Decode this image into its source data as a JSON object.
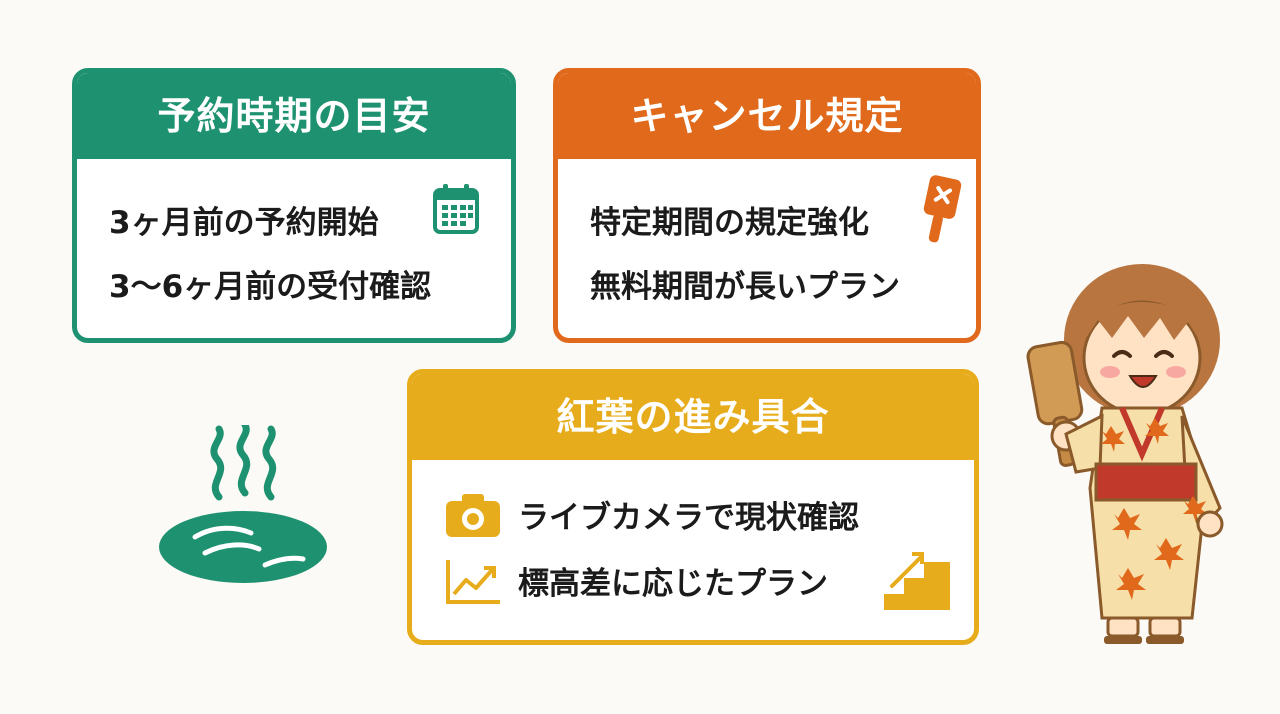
{
  "cards": {
    "booking": {
      "title": "予約時期の目安",
      "items": [
        "3ヶ月前の予約開始",
        "3〜6ヶ月前の受付確認"
      ]
    },
    "cancel": {
      "title": "キャンセル規定",
      "items": [
        "特定期間の規定強化",
        "無料期間が長いプラン"
      ]
    },
    "foliage": {
      "title": "紅葉の進み具合",
      "items": [
        "ライブカメラで現状確認",
        "標高差に応じたプラン"
      ]
    }
  },
  "colors": {
    "green": "#1e9270",
    "orange": "#e0691b",
    "gold": "#e7ac1b"
  },
  "icons": [
    "calendar-icon",
    "paddle-icon",
    "camera-icon",
    "trend-chart-icon",
    "stairs-icon",
    "hot-spring-icon"
  ]
}
